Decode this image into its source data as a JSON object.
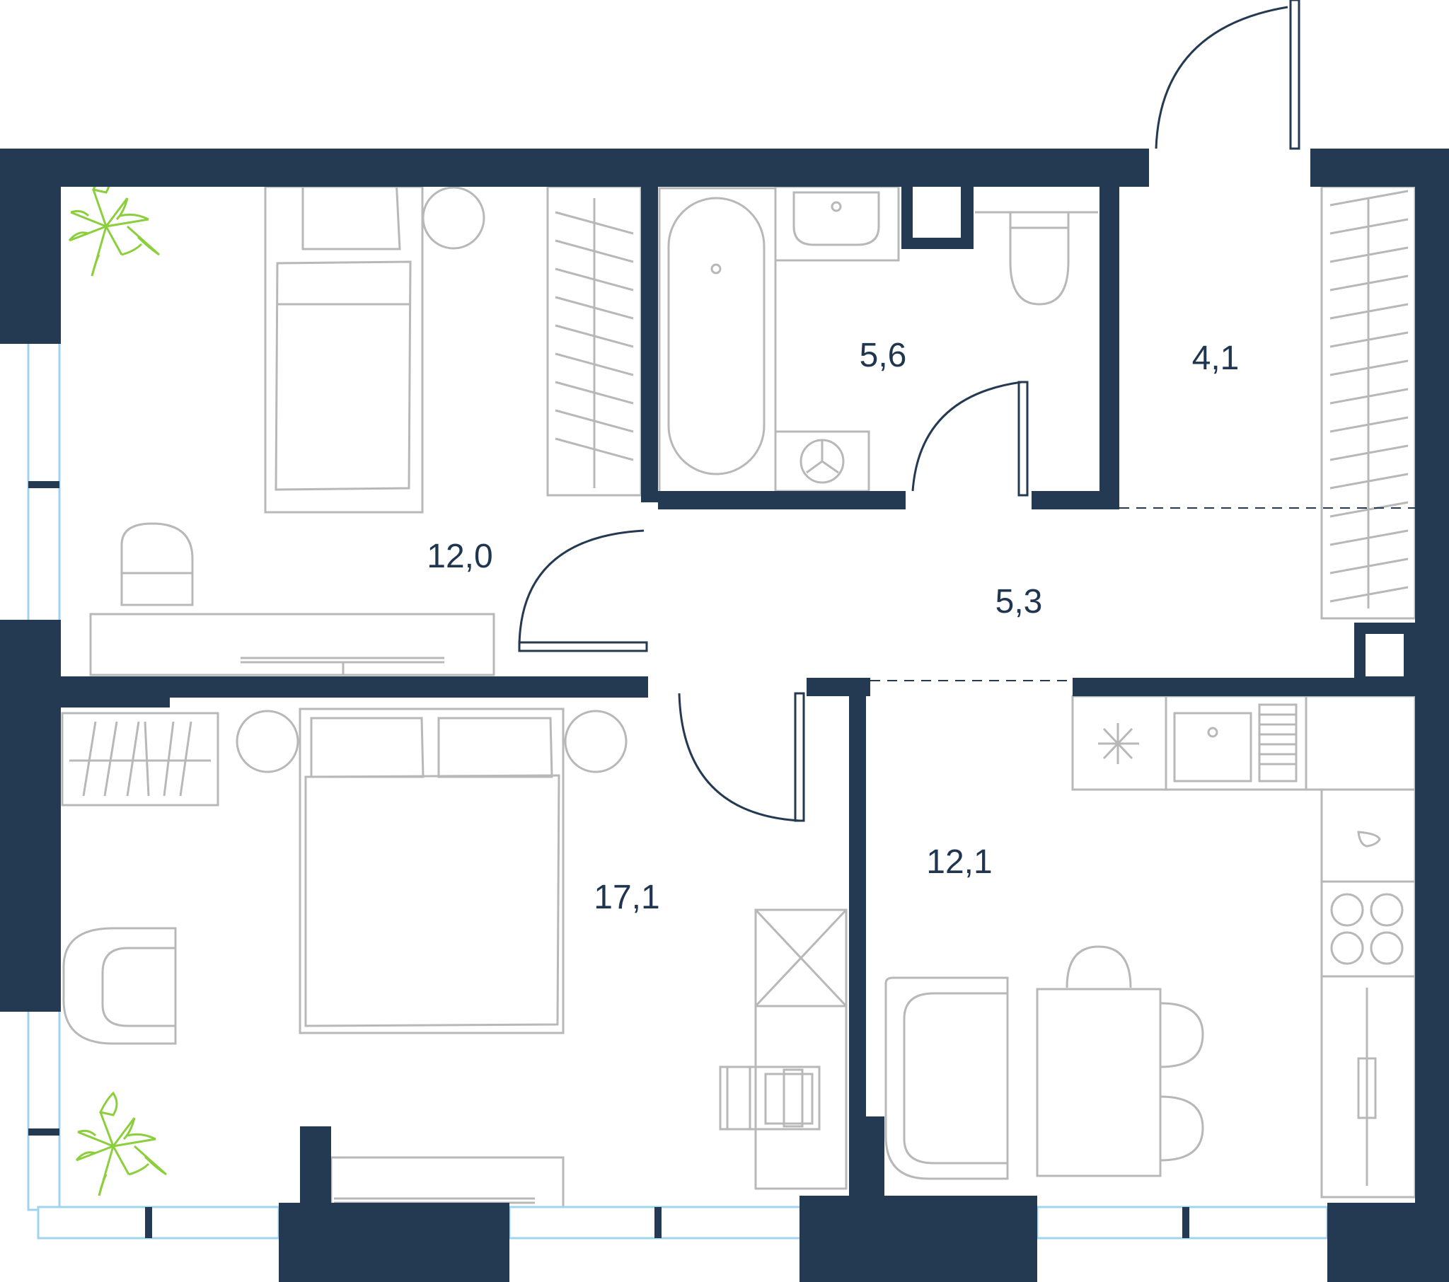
{
  "colors": {
    "wall": "#243a52",
    "furniture": "#b8b8b8",
    "plant": "#8ccf3c",
    "window": "#9fd3ee",
    "label": "#1f3550"
  },
  "rooms": [
    {
      "id": "bedroom-small",
      "area": "12,0"
    },
    {
      "id": "bathroom",
      "area": "5,6"
    },
    {
      "id": "wardrobe",
      "area": "4,1"
    },
    {
      "id": "hallway",
      "area": "5,3"
    },
    {
      "id": "bedroom-large",
      "area": "17,1"
    },
    {
      "id": "kitchen-living",
      "area": "12,1"
    }
  ]
}
